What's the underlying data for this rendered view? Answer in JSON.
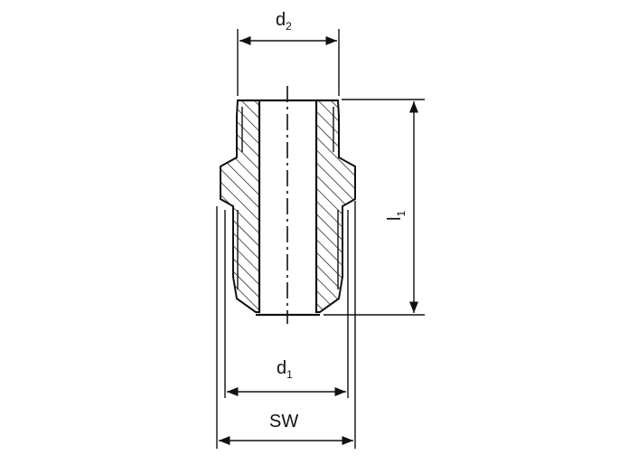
{
  "dimensions": {
    "d2": {
      "base": "d",
      "sub": "2"
    },
    "l1": {
      "base": "l",
      "sub": "1"
    },
    "d1": {
      "base": "d",
      "sub": "1"
    },
    "sw": "SW"
  },
  "colors": {
    "line": "#111111",
    "background": "#ffffff"
  }
}
